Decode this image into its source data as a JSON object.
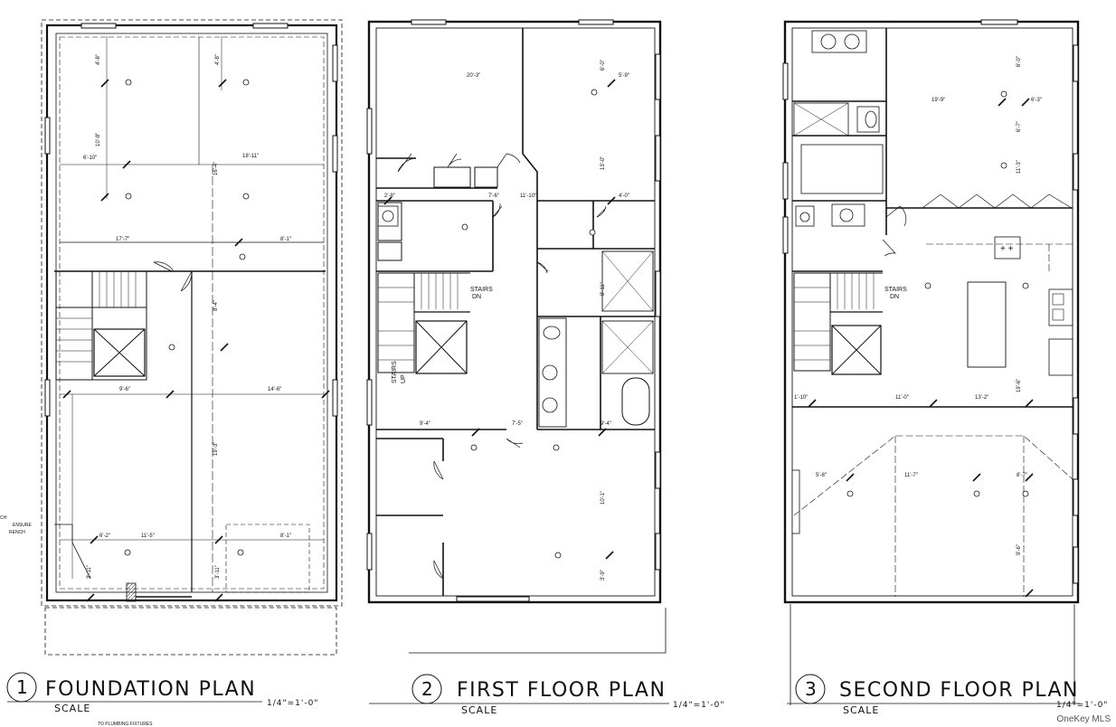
{
  "plans": [
    {
      "number": "1",
      "title": "FOUNDATION PLAN",
      "scale_label": "SCALE",
      "scale_value": "1/4\"=1'-0\"",
      "dims": [
        "4'-8\"",
        "4'-8\"",
        "10'-8\"",
        "6'-10\"",
        "18'-11\"",
        "16'-4\"",
        "17'-7\"",
        "8'-1\"",
        "8'-4\"",
        "9'-6\"",
        "14'-6\"",
        "19'-3\"",
        "6'-2\"",
        "11'-5\"",
        "8'-1\"",
        "3'-11\"",
        "3'-11\""
      ],
      "side_notes": [
        "CH",
        "ENSURE",
        "RENCH"
      ],
      "footnote": "TO PLUMBING FIXTURES"
    },
    {
      "number": "2",
      "title": "FIRST FLOOR PLAN",
      "scale_label": "SCALE",
      "scale_value": "1/4\"=1'-0\"",
      "dims": [
        "6'-0\"",
        "20'-3\"",
        "5'-9\"",
        "13'-0\"",
        "2'-8\"",
        "7'-6\"",
        "11'-10\"",
        "4'-0\"",
        "8'-11\"",
        "9'-4\"",
        "7'-5\"",
        "9'-4\"",
        "10'-1\"",
        "3'-9\""
      ],
      "stairs_dn": [
        "STAIRS",
        "DN"
      ],
      "stairs_up": [
        "STAIRS",
        "UP"
      ]
    },
    {
      "number": "3",
      "title": "SECOND FLOOR PLAN",
      "scale_label": "SCALE",
      "scale_value": "1/4\"=1'-0\"",
      "dims": [
        "6'-0\"",
        "19'-9\"",
        "6'-3\"",
        "6'-7\"",
        "11'-3\"",
        "1'-10\"",
        "11'-0\"",
        "13'-2\"",
        "19'-6\"",
        "5'-8\"",
        "11'-7\"",
        "8'-7\"",
        "9'-6\""
      ],
      "stairs_dn": [
        "STAIRS",
        "DN"
      ]
    }
  ],
  "watermark": "OneKey MLS"
}
